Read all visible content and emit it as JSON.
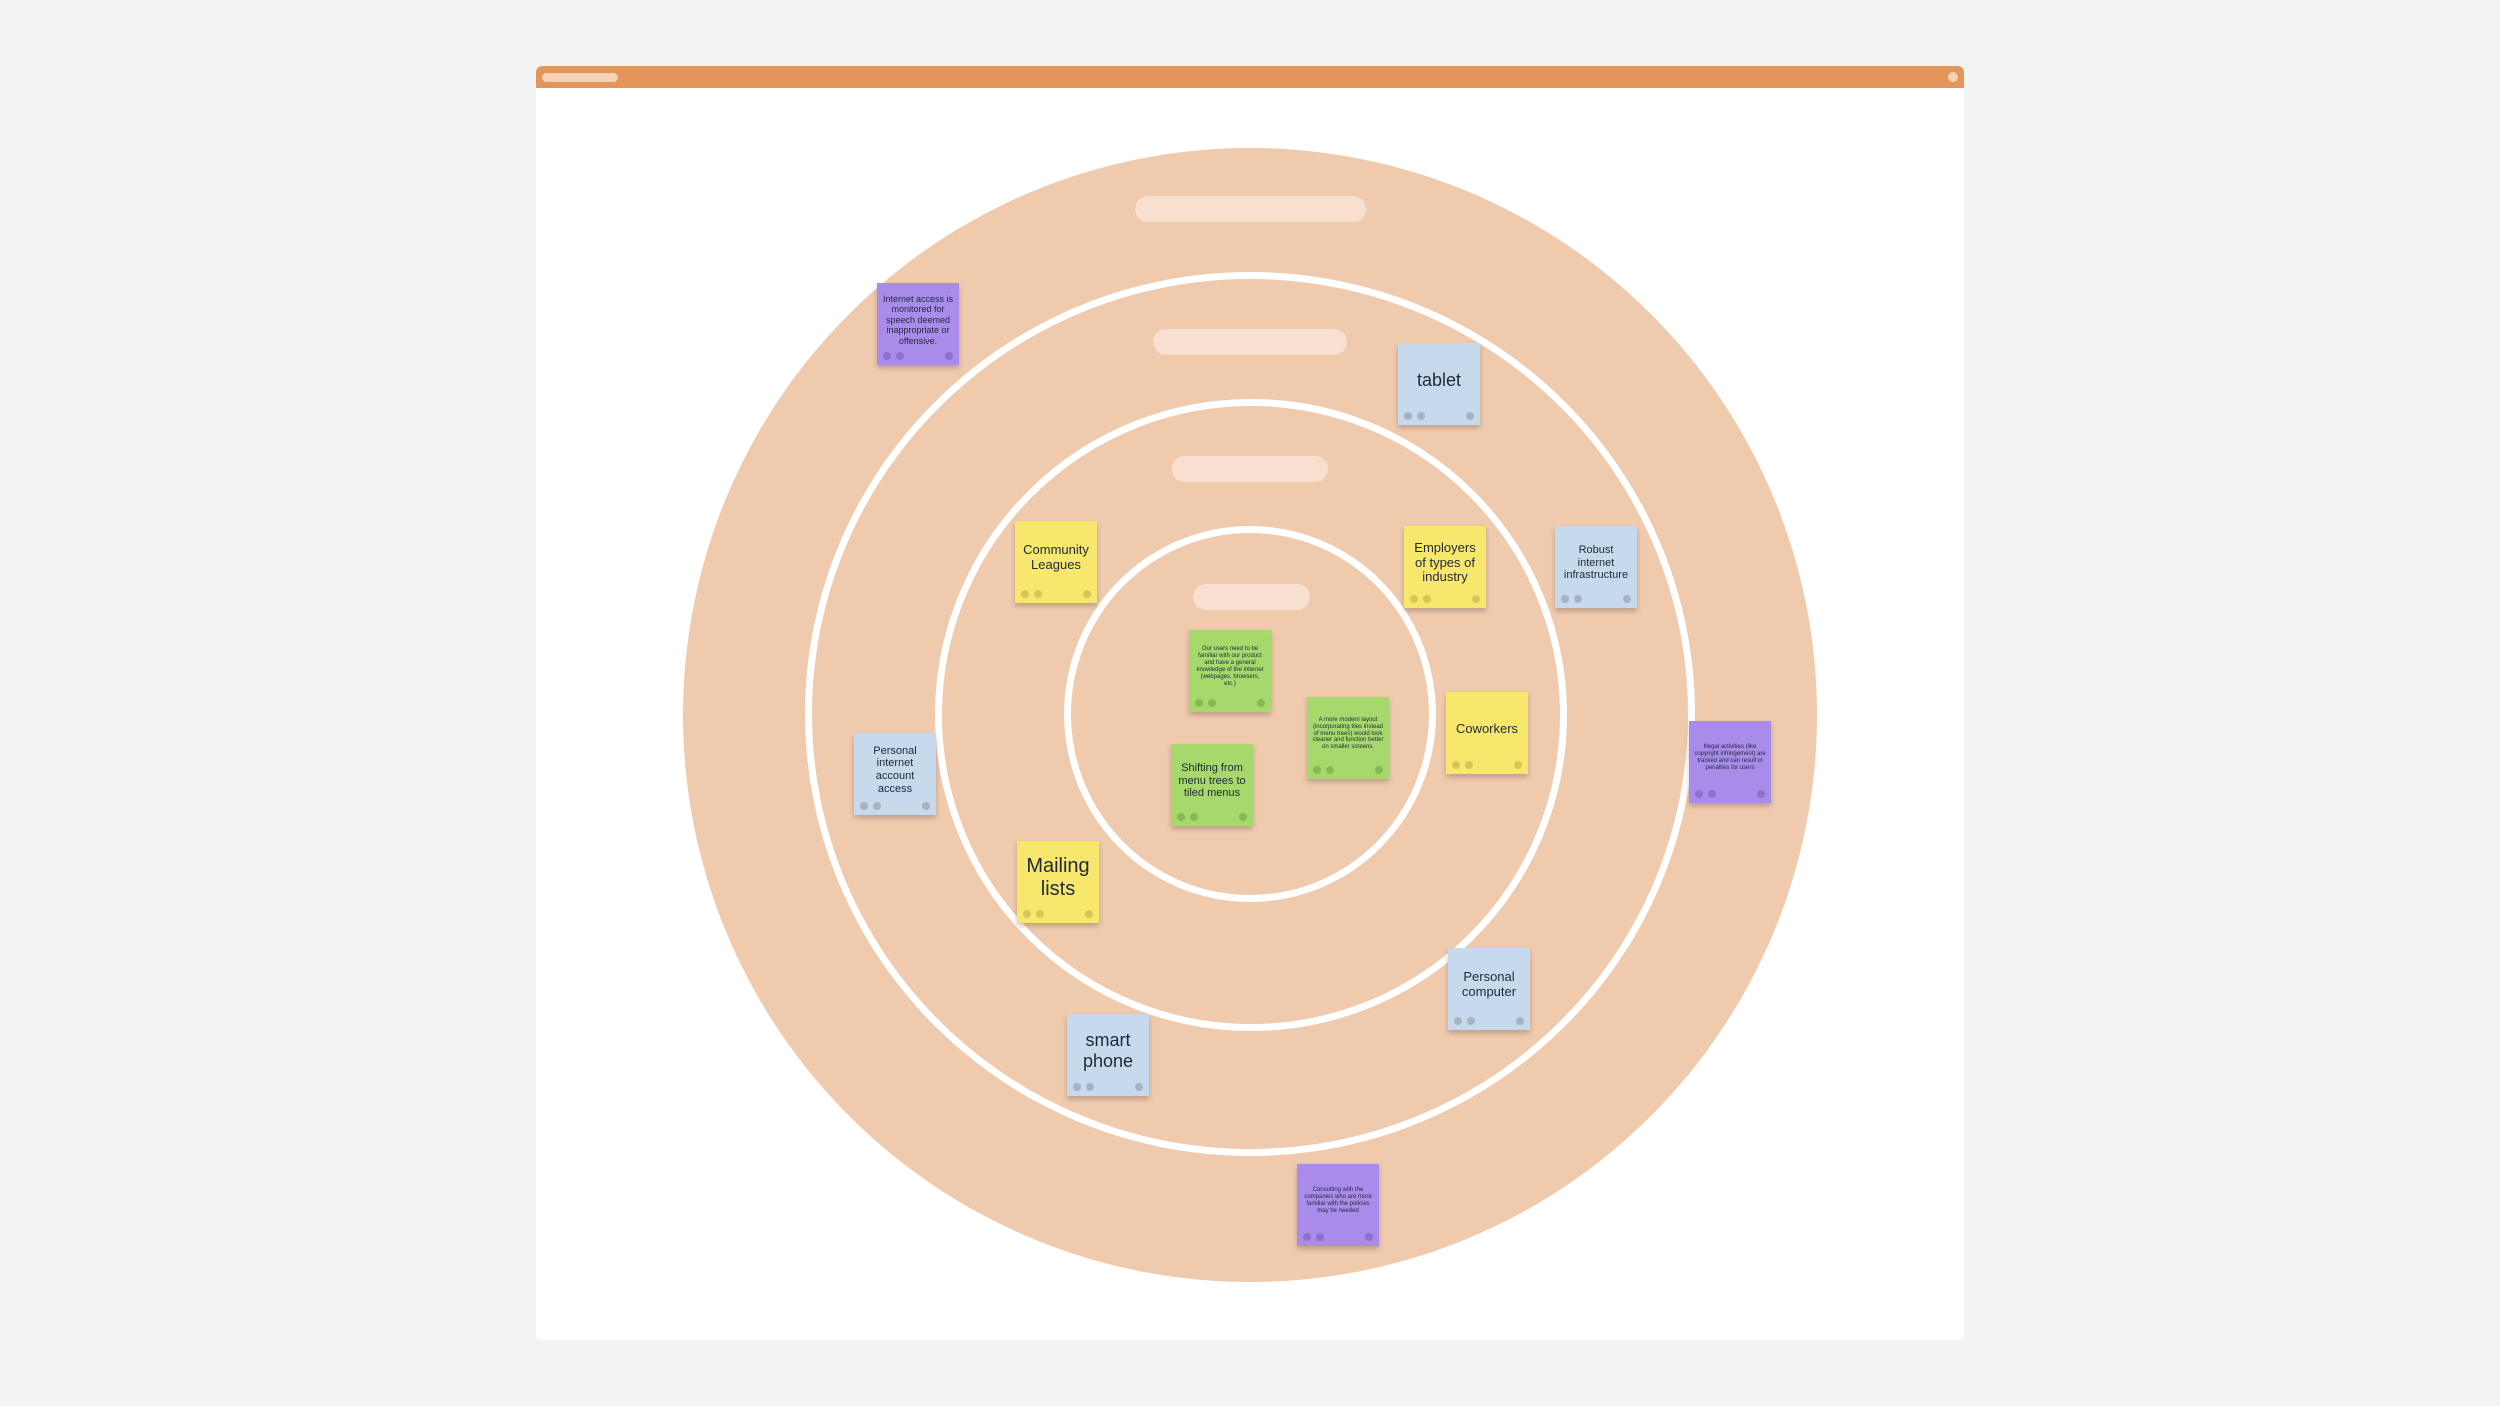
{
  "diagram": {
    "notes": {
      "internet_monitored": "Internet access is monitored for speech deemed inappropriate or offensive.",
      "tablet": "tablet",
      "community_leagues": "Community Leagues",
      "employers": "Employers of types of industry",
      "robust_internet": "Robust internet infrastructure",
      "familiar_users": "Our users need to be familiar with our product and have a general knowledge of the internet (webpages, browsers, etc.)",
      "modern_layout": "A more modern layout (incorporating tiles instead of menu trees) would look cleaner and function better on smaller screens.",
      "coworkers": "Coworkers",
      "personal_account": "Personal internet account access",
      "shifting_menus": "Shifting from menu trees to tiled menus",
      "illegal_activities": "Illegal activities (like copyright infringement) are tracked and can result in penalties for users",
      "mailing_lists": "Mailing lists",
      "personal_computer": "Personal computer",
      "smart_phone": "smart phone",
      "consulting": "Consulting with the companies who are more familiar with the policies may be needed"
    }
  },
  "colors": {
    "titlebar": "#e4965a",
    "ring_fill": "#f0caad",
    "note_blue": "#c7d9ec",
    "note_yellow": "#f8e76d",
    "note_green": "#a6d86c",
    "note_purple": "#a98cea"
  }
}
